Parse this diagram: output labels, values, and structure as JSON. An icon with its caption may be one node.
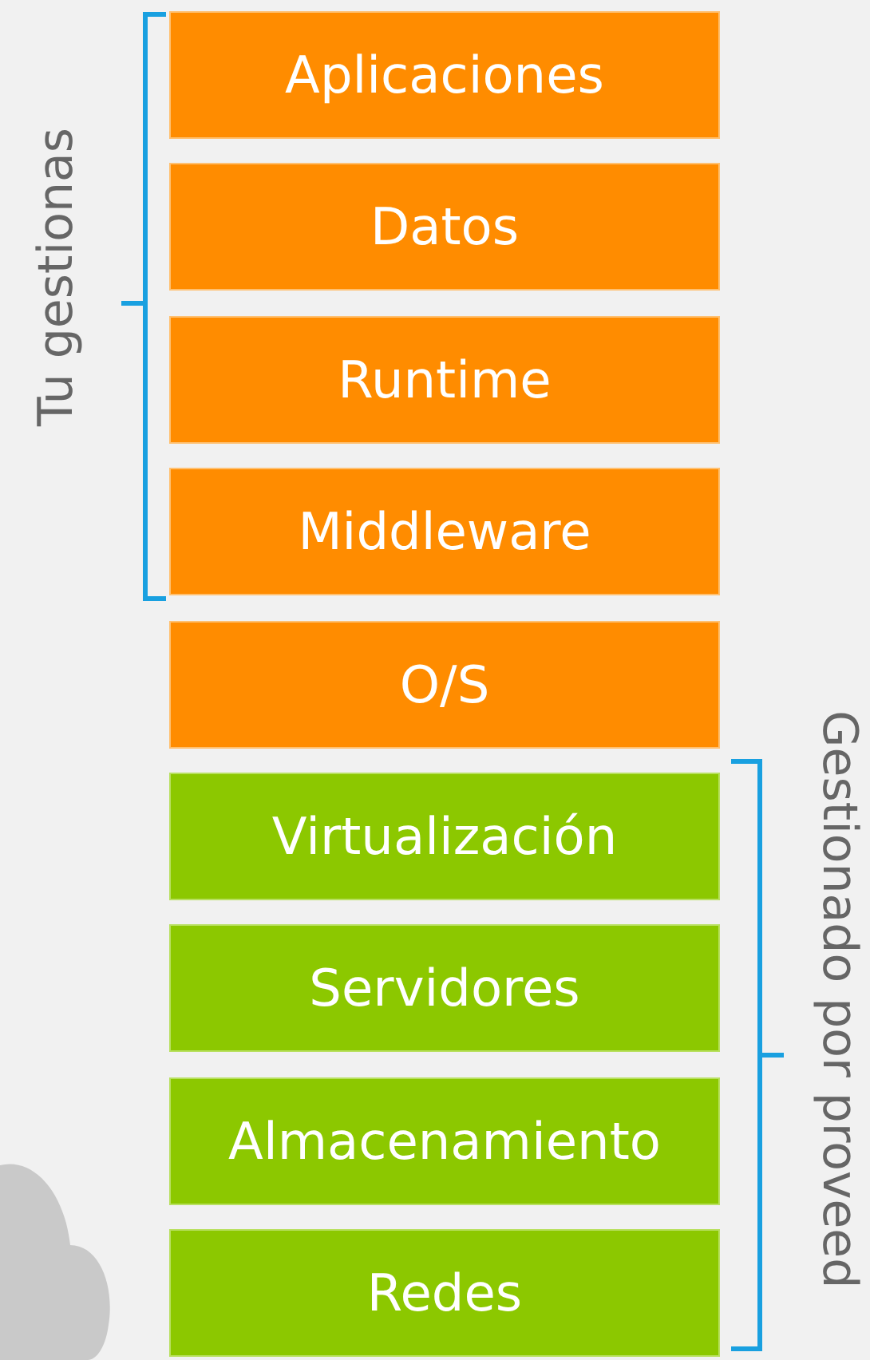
{
  "diagram": {
    "nodes": [
      {
        "text": [
          "Aplicaciones"
        ]
      },
      {
        "text": [
          "Datos"
        ]
      },
      {
        "text": [
          "Runtime"
        ]
      },
      {
        "text": [
          "Middleware"
        ]
      },
      {
        "text": [
          "O/S"
        ]
      },
      {
        "text": [
          "Virtualización"
        ]
      },
      {
        "text": [
          "Servidores"
        ]
      },
      {
        "text": [
          "Almacenamiento"
        ]
      },
      {
        "text": [
          "Redes"
        ]
      }
    ],
    "labels": [
      "Tu gestionas",
      "Gestionado por proveed"
    ]
  }
}
